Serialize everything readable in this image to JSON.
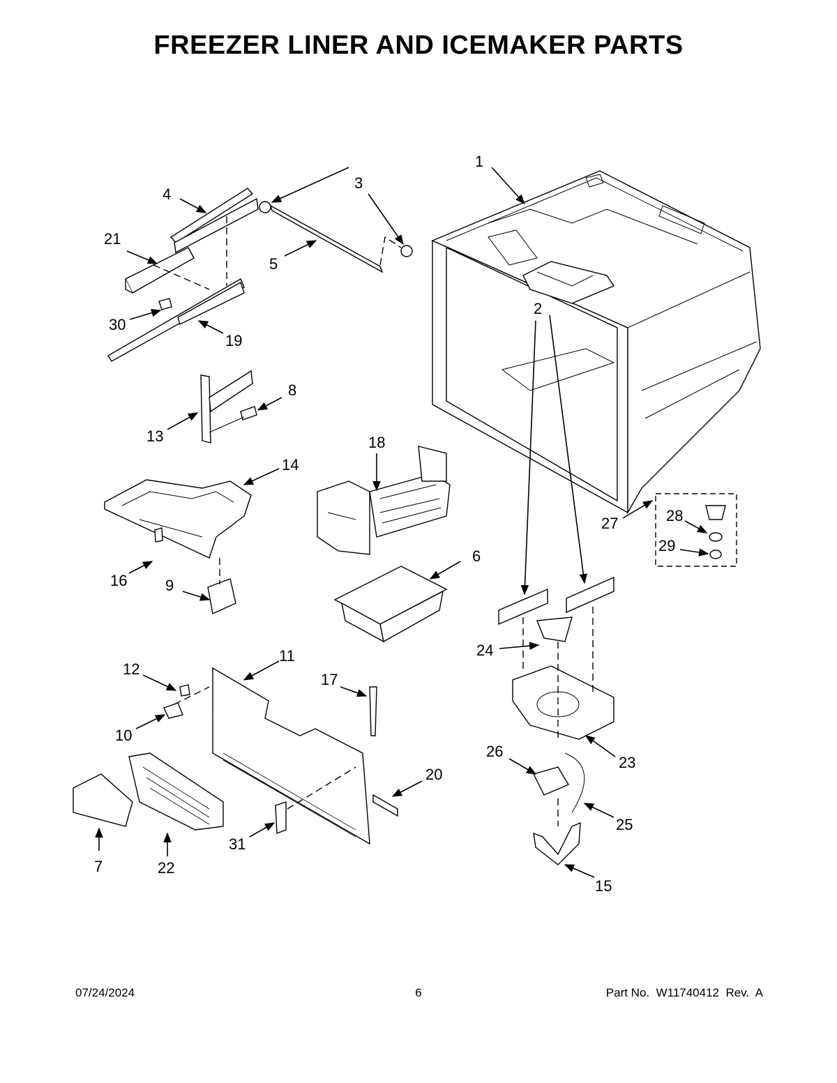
{
  "title": "FREEZER LINER AND ICEMAKER PARTS",
  "footer": {
    "date": "07/24/2024",
    "page": "6",
    "part_number": "Part No.  W11740412  Rev.  A"
  },
  "callouts": {
    "c1": "1",
    "c2": "2",
    "c3": "3",
    "c4": "4",
    "c5": "5",
    "c6": "6",
    "c7": "7",
    "c8": "8",
    "c9": "9",
    "c10": "10",
    "c11": "11",
    "c12": "12",
    "c13": "13",
    "c14": "14",
    "c15": "15",
    "c16": "16",
    "c17": "17",
    "c18": "18",
    "c19": "19",
    "c20": "20",
    "c21": "21",
    "c22": "22",
    "c23": "23",
    "c24": "24",
    "c25": "25",
    "c26": "26",
    "c27": "27",
    "c28": "28",
    "c29": "29",
    "c30": "30",
    "c31": "31"
  }
}
